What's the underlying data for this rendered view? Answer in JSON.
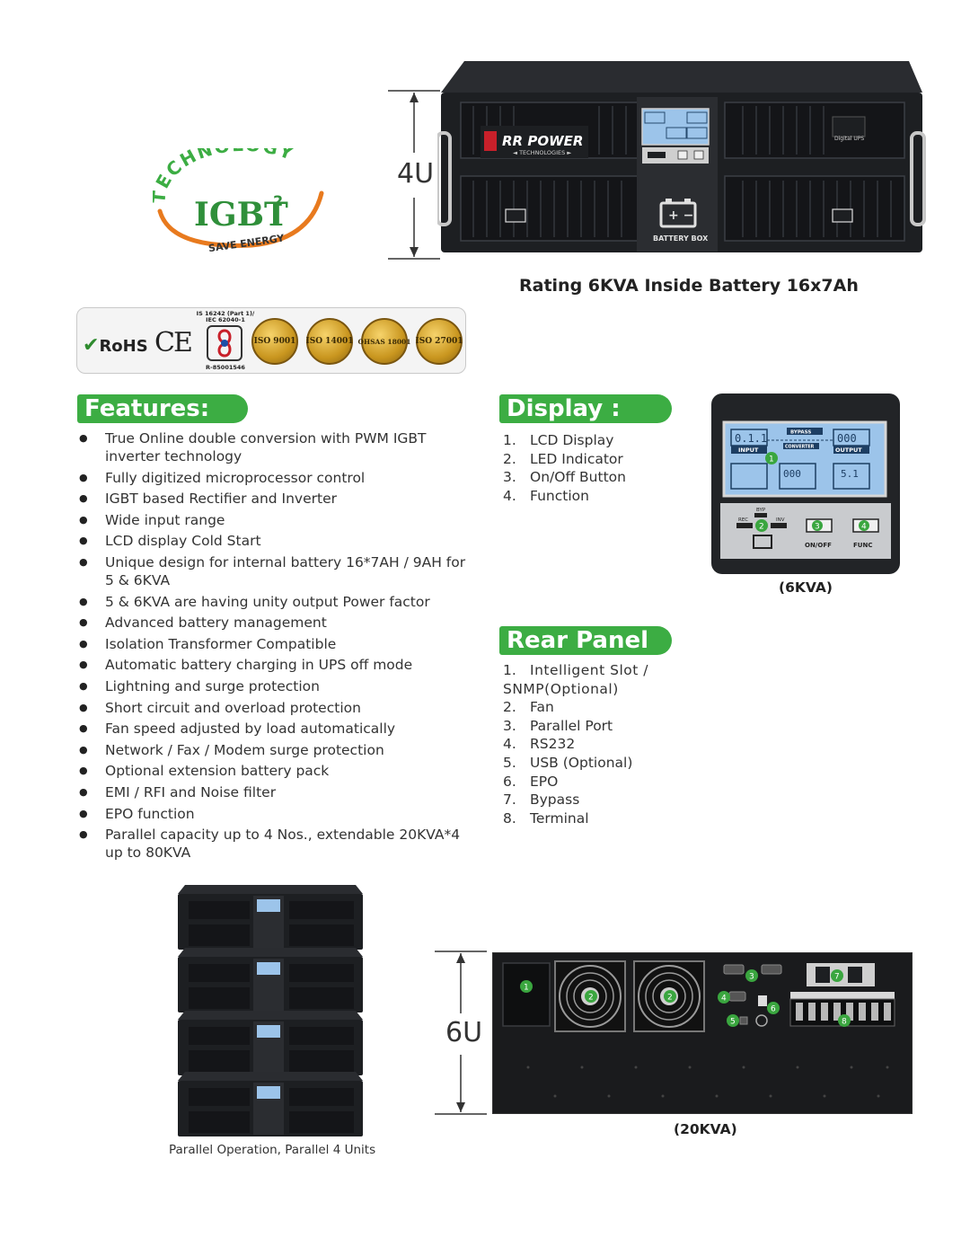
{
  "logo": {
    "arc_text": "TECHNOLOGY",
    "main": "IGBT",
    "superscript": "2",
    "tagline": "SAVE ENERGY"
  },
  "ups_front": {
    "height_label": "4U",
    "brand": "RR POWER",
    "brand_sub": "◄ TECHNOLOGIES ►",
    "model_label": "Digital UPS",
    "battery_box_label": "BATTERY BOX",
    "rating": "Rating 6KVA Inside Battery 16x7Ah"
  },
  "certifications": {
    "rohs": "RoHS",
    "ce": "CE",
    "bis_top": "IS 16242 (Part 1)/ IEC 62040-1",
    "bis_bottom": "R-85001546",
    "seals": [
      "ISO 9001",
      "ISO 14001",
      "OHSAS 18001",
      "ISO 27001"
    ]
  },
  "features": {
    "title": "Features:",
    "items": [
      "True Online double conversion with PWM IGBT inverter technology",
      "Fully digitized microprocessor control",
      "IGBT based Rectifier and Inverter",
      "Wide input range",
      "LCD display Cold Start",
      "Unique design for internal battery 16*7AH / 9AH for 5 & 6KVA",
      "5 & 6KVA are having unity output Power factor",
      "Advanced battery management",
      "Isolation Transformer Compatible",
      "Automatic battery charging in UPS off mode",
      "Lightning and surge protection",
      "Short circuit and overload protection",
      "Fan speed adjusted by load automatically",
      "Network / Fax / Modem surge protection",
      "Optional extension battery pack",
      "EMI / RFI and Noise filter",
      "EPO function",
      "Parallel capacity up to 4 Nos., extendable 20KVA*4 up to 80KVA"
    ]
  },
  "display": {
    "title": "Display :",
    "items": [
      {
        "n": "1.",
        "label": "LCD Display"
      },
      {
        "n": "2.",
        "label": "LED Indicator"
      },
      {
        "n": "3.",
        "label": "On/Off Button"
      },
      {
        "n": "4.",
        "label": "Function"
      }
    ],
    "panel": {
      "input_label": "INPUT",
      "output_label": "OUTPUT",
      "bypass_label": "BYPASS",
      "converter_label": "CONVERTER",
      "input_value": "0.1.1",
      "output_value": "000",
      "center_value": "000",
      "right_value": "5.1",
      "byp_label": "BYP",
      "rec_label": "REC",
      "inv_label": "INV",
      "onoff_label": "ON/OFF",
      "func_label": "FUNC",
      "markers": [
        "1",
        "2",
        "3",
        "4"
      ]
    },
    "caption": "(6KVA)"
  },
  "rear_panel": {
    "title": "Rear Panel",
    "items": [
      {
        "n": "1.",
        "label": "Intelligent Slot / SNMP(Optional)"
      },
      {
        "n": "2.",
        "label": "Fan"
      },
      {
        "n": "3.",
        "label": "Parallel Port"
      },
      {
        "n": "4.",
        "label": "RS232"
      },
      {
        "n": "5.",
        "label": "USB (Optional)"
      },
      {
        "n": "6.",
        "label": "EPO"
      },
      {
        "n": "7.",
        "label": "Bypass"
      },
      {
        "n": "8.",
        "label": "Terminal"
      }
    ],
    "height_label": "6U",
    "caption": "(20KVA)",
    "markers": [
      "1",
      "2",
      "2",
      "3",
      "4",
      "5",
      "6",
      "7",
      "8"
    ]
  },
  "parallel": {
    "caption": "Parallel Operation, Parallel 4 Units"
  },
  "colors": {
    "accent_green": "#3cad43",
    "marker_green": "#3aa63f",
    "lcd_blue": "#9cc4ea",
    "ups_black": "#1d1f22"
  }
}
